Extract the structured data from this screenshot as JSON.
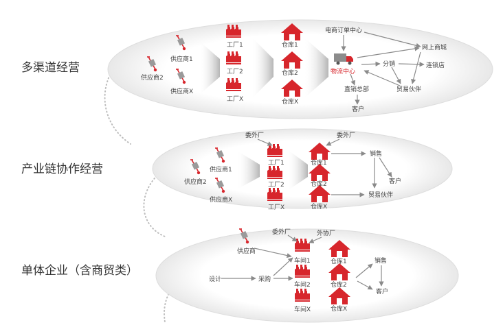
{
  "levels": {
    "l1": "多渠道经营",
    "l2": "产业链协作经营",
    "l3": "单体企业（含商贸类）"
  },
  "e1": {
    "s1": "供应商1",
    "s2": "供应商2",
    "sx": "供应商X",
    "f1": "工厂1",
    "f2": "工厂2",
    "fx": "工厂X",
    "w1": "仓库1",
    "w2": "仓库2",
    "wx": "仓库X",
    "logistics": "物流中心",
    "ecom": "电商订单中心",
    "online": "网上商城",
    "dist": "分销",
    "chain": "连锁店",
    "hq": "直销总部",
    "partner": "贸易伙伴",
    "cust": "客户"
  },
  "e2": {
    "s1": "供应商1",
    "s2": "供应商2",
    "sx": "供应商X",
    "outsrc": "委外厂",
    "f1": "工厂1",
    "f2": "工厂2",
    "fx": "工厂X",
    "outsrc2": "委外厂",
    "w1": "仓库1",
    "w2": "仓库2",
    "wx": "仓库X",
    "sales": "销售",
    "cust": "客户",
    "partner": "贸易伙伴"
  },
  "e3": {
    "supplier": "供应商",
    "design": "设计",
    "purchase": "采购",
    "outsrc": "委外厂",
    "coop": "外协厂",
    "ws1": "车间1",
    "ws2": "车间2",
    "wsx": "车间X",
    "w1": "仓库1",
    "w2": "仓库2",
    "wx": "仓库X",
    "sales": "销售",
    "cust": "客户"
  },
  "colors": {
    "red": "#d7262c",
    "arrow": "#8a8a8a",
    "dots": "#bdbdbd"
  }
}
